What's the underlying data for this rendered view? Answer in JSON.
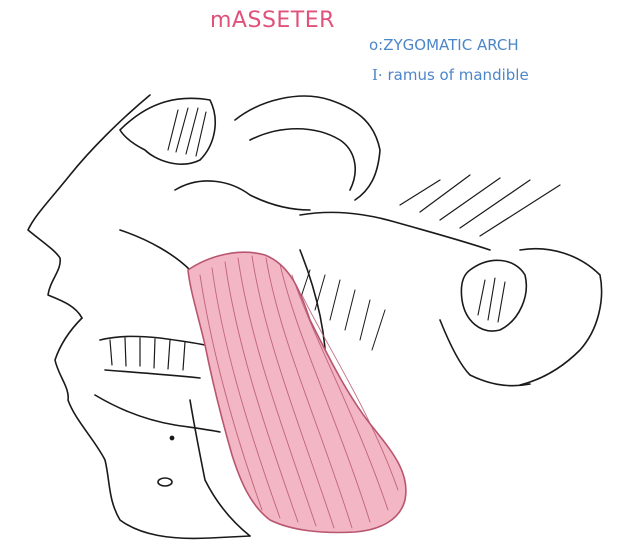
{
  "diagram": {
    "title": "mASSETER",
    "origin": "o:ZYGOMATIC ARCH",
    "insertion_key": "I·",
    "insertion_text": " ramus of mandible"
  },
  "colors": {
    "title": "#e0527a",
    "labels": "#4b86c9",
    "muscle_fill": "#f2b6c4",
    "muscle_fiber": "#b8566f",
    "ink": "#1a1a1a"
  }
}
